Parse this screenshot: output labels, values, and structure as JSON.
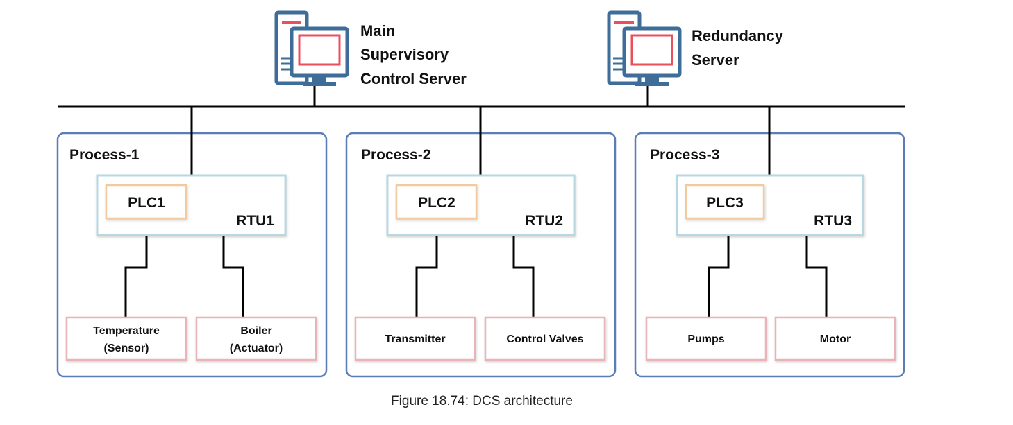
{
  "servers": {
    "main": {
      "lines": [
        "Main",
        "Supervisory",
        "Control Server"
      ],
      "icon": "server-computer-icon"
    },
    "redundancy": {
      "lines": [
        "Redundancy",
        "Server"
      ],
      "icon": "server-computer-icon"
    }
  },
  "processes": [
    {
      "title": "Process-1",
      "plc": "PLC1",
      "rtu": "RTU1",
      "devices": [
        {
          "lines": [
            "Temperature",
            "(Sensor)"
          ]
        },
        {
          "lines": [
            "Boiler",
            "(Actuator)"
          ]
        }
      ]
    },
    {
      "title": "Process-2",
      "plc": "PLC2",
      "rtu": "RTU2",
      "devices": [
        {
          "lines": [
            "Transmitter"
          ]
        },
        {
          "lines": [
            "Control Valves"
          ]
        }
      ]
    },
    {
      "title": "Process-3",
      "plc": "PLC3",
      "rtu": "RTU3",
      "devices": [
        {
          "lines": [
            "Pumps"
          ]
        },
        {
          "lines": [
            "Motor"
          ]
        }
      ]
    }
  ],
  "caption": "Figure 18.74: DCS architecture",
  "colors": {
    "process_border": "#5a7db8",
    "rtu_border": "#b8d8e0",
    "plc_border": "#f3c9a0",
    "device_border": "#e8b4b8",
    "icon_blue": "#3e6d99",
    "icon_red": "#e8505b",
    "bus": "#000000"
  }
}
